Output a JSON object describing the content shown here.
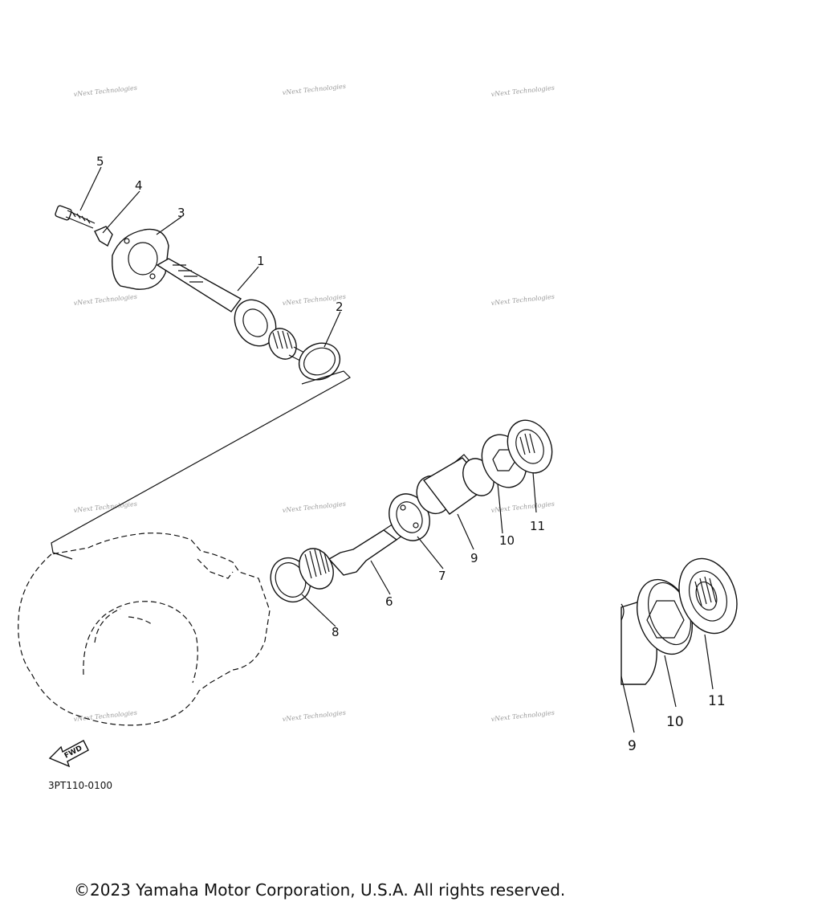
{
  "watermark_text": "vNext Technologies",
  "callouts": {
    "p1": "1",
    "p2": "2",
    "p3": "3",
    "p4": "4",
    "p5": "5",
    "p6": "6",
    "p7": "7",
    "p8": "8",
    "p9": "9",
    "p10": "10",
    "p11": "11"
  },
  "detail_callouts": {
    "p9": "9",
    "p10": "10",
    "p11": "11"
  },
  "fwd_label": "FWD",
  "diagram_code": "3PT110-0100",
  "copyright": "©2023 Yamaha Motor Corporation, U.S.A. All rights reserved."
}
